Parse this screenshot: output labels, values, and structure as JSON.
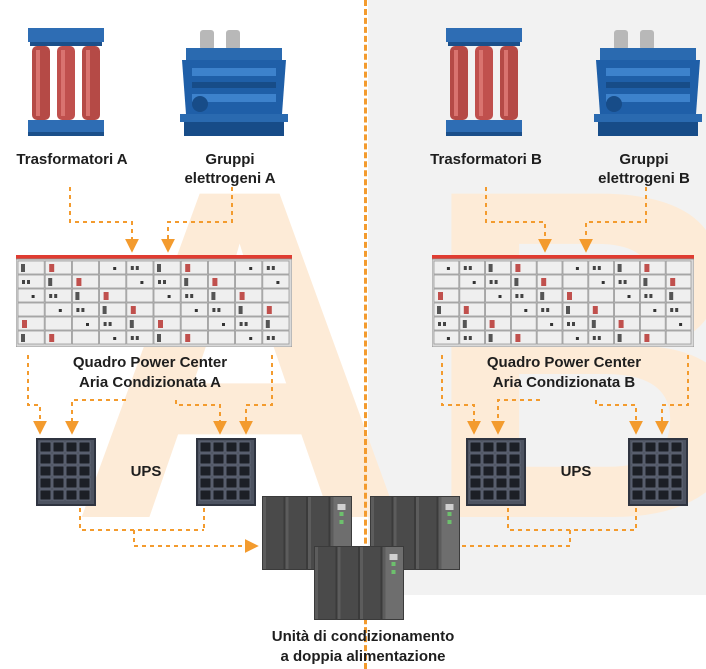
{
  "side_a": {
    "watermark": "A",
    "transformer_label": "Trasformatori A",
    "generator_label": [
      "Gruppi",
      "elettrogeni A"
    ],
    "switchboard_label": [
      "Quadro Power Center",
      "Aria Condizionata A"
    ],
    "ups_label": "UPS"
  },
  "side_b": {
    "watermark": "B",
    "transformer_label": "Trasformatori B",
    "generator_label": [
      "Gruppi",
      "elettrogeni B"
    ],
    "switchboard_label": [
      "Quadro Power Center",
      "Aria Condizionata B"
    ],
    "ups_label": "UPS"
  },
  "cooling_units_label": [
    "Unità di condizionamento",
    "a doppia alimentazione"
  ],
  "colors": {
    "connector": "#f39b2e",
    "transformer_core": "#c0504d",
    "transformer_frame": "#2e6db4",
    "engine": "#1f5fa8",
    "panel_top": "#e03c31",
    "panel_body": "#d9d9d9",
    "cabinet": "#3b3b3b",
    "watermark": "#fdebd7",
    "right_background": "#f2f2f2"
  }
}
